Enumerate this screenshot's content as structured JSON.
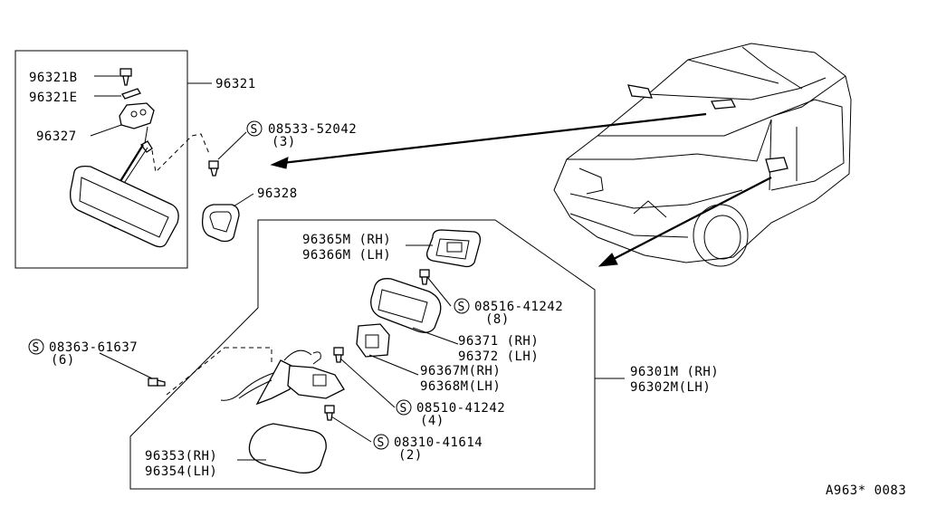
{
  "labels": {
    "p96321B": "96321B",
    "p96321E": "96321E",
    "p96327": "96327",
    "p96321": "96321",
    "p08533": "08533-52042",
    "p08533q": "(3)",
    "p96328": "96328",
    "p96365": "96365M (RH)",
    "p96366": "96366M (LH)",
    "p08516": "08516-41242",
    "p08516q": "(8)",
    "p96371": "96371 (RH)",
    "p96372": "96372 (LH)",
    "p96367": "96367M(RH)",
    "p96368": "96368M(LH)",
    "p08510": "08510-41242",
    "p08510q": "(4)",
    "p08363": "08363-61637",
    "p08363q": "(6)",
    "p08310": "08310-41614",
    "p08310q": "(2)",
    "p96353": "96353(RH)",
    "p96354": "96354(LH)",
    "p96301": "96301M (RH)",
    "p96302": "96302M(LH)",
    "code": "A963* 0083"
  },
  "screw_symbol": "S"
}
